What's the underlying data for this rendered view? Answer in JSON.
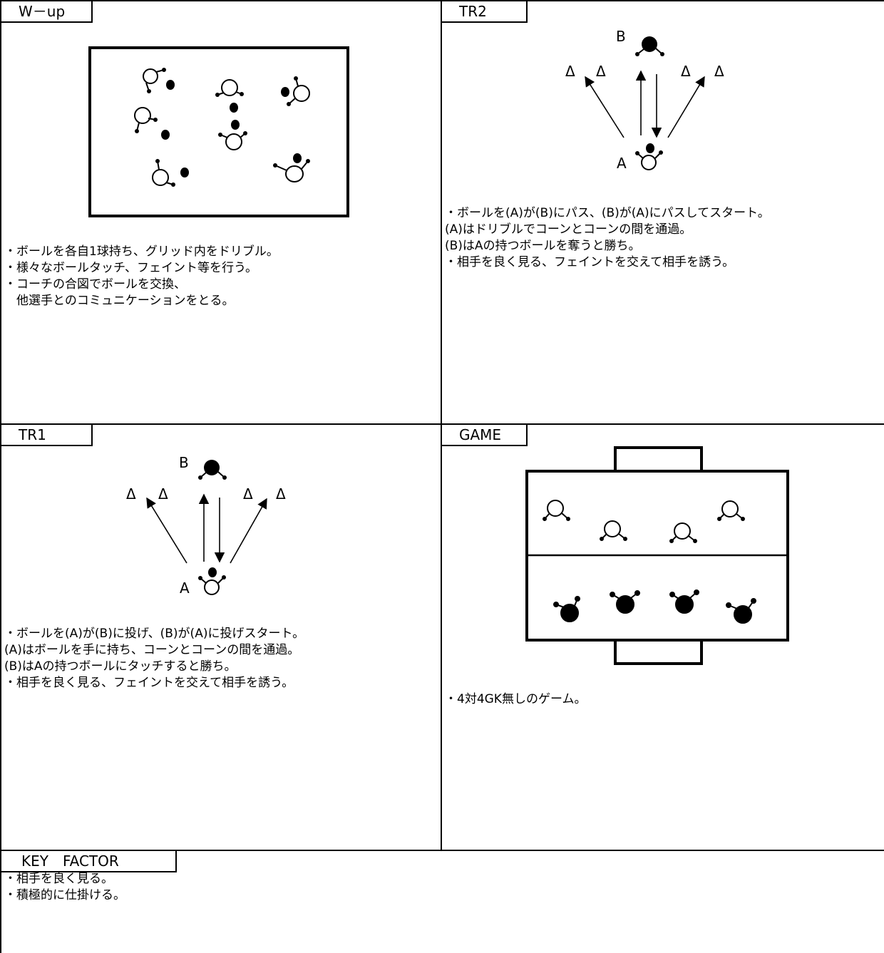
{
  "panels": {
    "wup": {
      "title": "W－up",
      "notes": [
        "・ボールを各自1球持ち、グリッド内をドリブル。",
        "・様々なボールタッチ、フェイント等を行う。",
        "・コーチの合図でボールを交換、",
        "　他選手とのコミュニケーションをとる。"
      ]
    },
    "tr2": {
      "title": "TR2",
      "label_a": "A",
      "label_b": "B",
      "cone": "Δ",
      "notes": [
        "・ボールを(A)が(B)にパス、(B)が(A)にパスしてスタート。",
        "(A)はドリブルでコーンとコーンの間を通過。",
        "(B)はAの持つボールを奪うと勝ち。",
        "・相手を良く見る、フェイントを交えて相手を誘う。"
      ]
    },
    "tr1": {
      "title": "TR1",
      "label_a": "A",
      "label_b": "B",
      "cone": "Δ",
      "notes": [
        "・ボールを(A)が(B)に投げ、(B)が(A)に投げスタート。",
        "(A)はボールを手に持ち、コーンとコーンの間を通過。",
        "(B)はAの持つボールにタッチすると勝ち。",
        "・相手を良く見る、フェイントを交えて相手を誘う。"
      ]
    },
    "game": {
      "title": "GAME",
      "notes": [
        "・4対4GK無しのゲーム。"
      ]
    }
  },
  "key_factor": {
    "title": "KEY　FACTOR",
    "notes": [
      "・相手を良く見る。",
      "・積極的に仕掛ける。"
    ]
  }
}
